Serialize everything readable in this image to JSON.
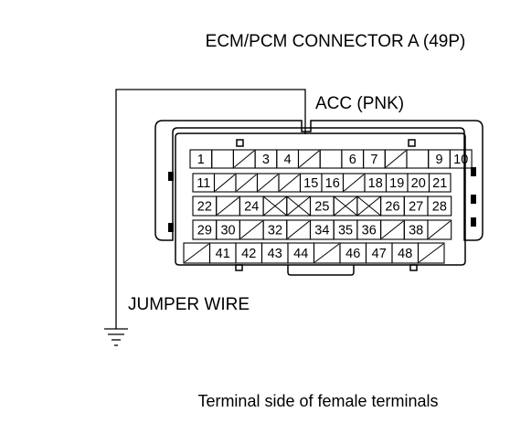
{
  "title": "ECM/PCM CONNECTOR A (49P)",
  "wire_label": "ACC (PNK)",
  "jumper_label": "JUMPER WIRE",
  "footer": "Terminal side of female terminals",
  "rows": [
    [
      "1",
      "",
      "/",
      "3",
      "4",
      "/",
      "",
      "6",
      "7",
      "/",
      "",
      "9",
      "10"
    ],
    [
      "11",
      "/",
      "/",
      "/",
      "/",
      "15",
      "16",
      "/",
      "18",
      "19",
      "20",
      "21"
    ],
    [
      "22",
      "/",
      "24",
      "X",
      "X",
      "25",
      "X",
      "X",
      "26",
      "27",
      "28"
    ],
    [
      "29",
      "30",
      "/",
      "32",
      "/",
      "34",
      "35",
      "36",
      "/",
      "38",
      "/"
    ],
    [
      "/",
      "41",
      "42",
      "43",
      "44",
      "/",
      "46",
      "47",
      "48",
      "/"
    ]
  ]
}
